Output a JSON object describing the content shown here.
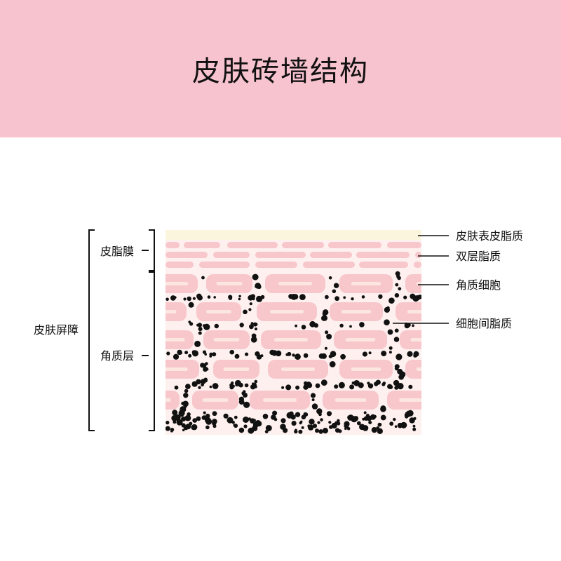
{
  "title": "皮肤砖墙结构",
  "labels": {
    "barrier": "皮肤屏障",
    "sebum_film": "皮脂膜",
    "stratum_corneum": "角质层",
    "surface_lipid": "皮肤表皮脂质",
    "bilayer_lipid": "双层脂质",
    "corneocyte": "角质细胞",
    "intercellular_lipid": "细胞间脂质"
  },
  "colors": {
    "header_bg": "#f7c3cf",
    "surface_layer": "#fbf5dd",
    "tissue_bg": "#fdf0ee",
    "cell_fill": "#f8c7cc",
    "cell_highlight": "#fbe6e0",
    "lipid_dot": "#111111"
  }
}
